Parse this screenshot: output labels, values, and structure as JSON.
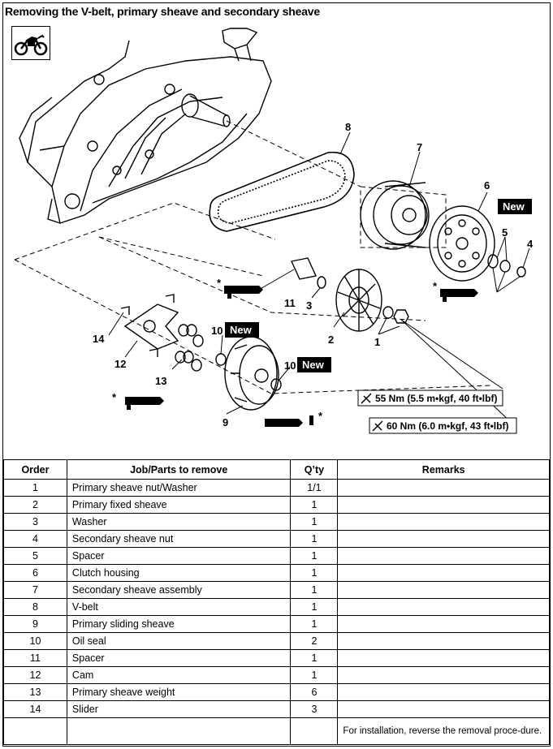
{
  "title": "Removing the V-belt, primary sheave and secondary sheave",
  "diagram": {
    "part_labels": [
      "8",
      "7",
      "6",
      "5",
      "4",
      "11",
      "3",
      "2",
      "1",
      "14",
      "12",
      "13",
      "10",
      "10",
      "9"
    ],
    "new_tag": "New",
    "torque_1": "55 Nm (5.5 m•kgf, 40 ft•lbf)",
    "torque_2": "60 Nm (6.0 m•kgf, 43 ft•lbf)",
    "asterisk": "*"
  },
  "table": {
    "headers": [
      "Order",
      "Job/Parts to remove",
      "Q’ty",
      "Remarks"
    ],
    "rows": [
      {
        "order": "1",
        "part": "Primary sheave nut/Washer",
        "qty": "1/1",
        "remarks": ""
      },
      {
        "order": "2",
        "part": "Primary fixed sheave",
        "qty": "1",
        "remarks": ""
      },
      {
        "order": "3",
        "part": "Washer",
        "qty": "1",
        "remarks": ""
      },
      {
        "order": "4",
        "part": "Secondary sheave nut",
        "qty": "1",
        "remarks": ""
      },
      {
        "order": "5",
        "part": "Spacer",
        "qty": "1",
        "remarks": ""
      },
      {
        "order": "6",
        "part": "Clutch housing",
        "qty": "1",
        "remarks": ""
      },
      {
        "order": "7",
        "part": "Secondary sheave assembly",
        "qty": "1",
        "remarks": ""
      },
      {
        "order": "8",
        "part": "V-belt",
        "qty": "1",
        "remarks": ""
      },
      {
        "order": "9",
        "part": "Primary sliding sheave",
        "qty": "1",
        "remarks": ""
      },
      {
        "order": "10",
        "part": "Oil seal",
        "qty": "2",
        "remarks": ""
      },
      {
        "order": "11",
        "part": "Spacer",
        "qty": "1",
        "remarks": ""
      },
      {
        "order": "12",
        "part": "Cam",
        "qty": "1",
        "remarks": ""
      },
      {
        "order": "13",
        "part": "Primary sheave weight",
        "qty": "6",
        "remarks": ""
      },
      {
        "order": "14",
        "part": "Slider",
        "qty": "3",
        "remarks": ""
      }
    ],
    "final_remark": "For installation, reverse the removal proce-dure."
  }
}
